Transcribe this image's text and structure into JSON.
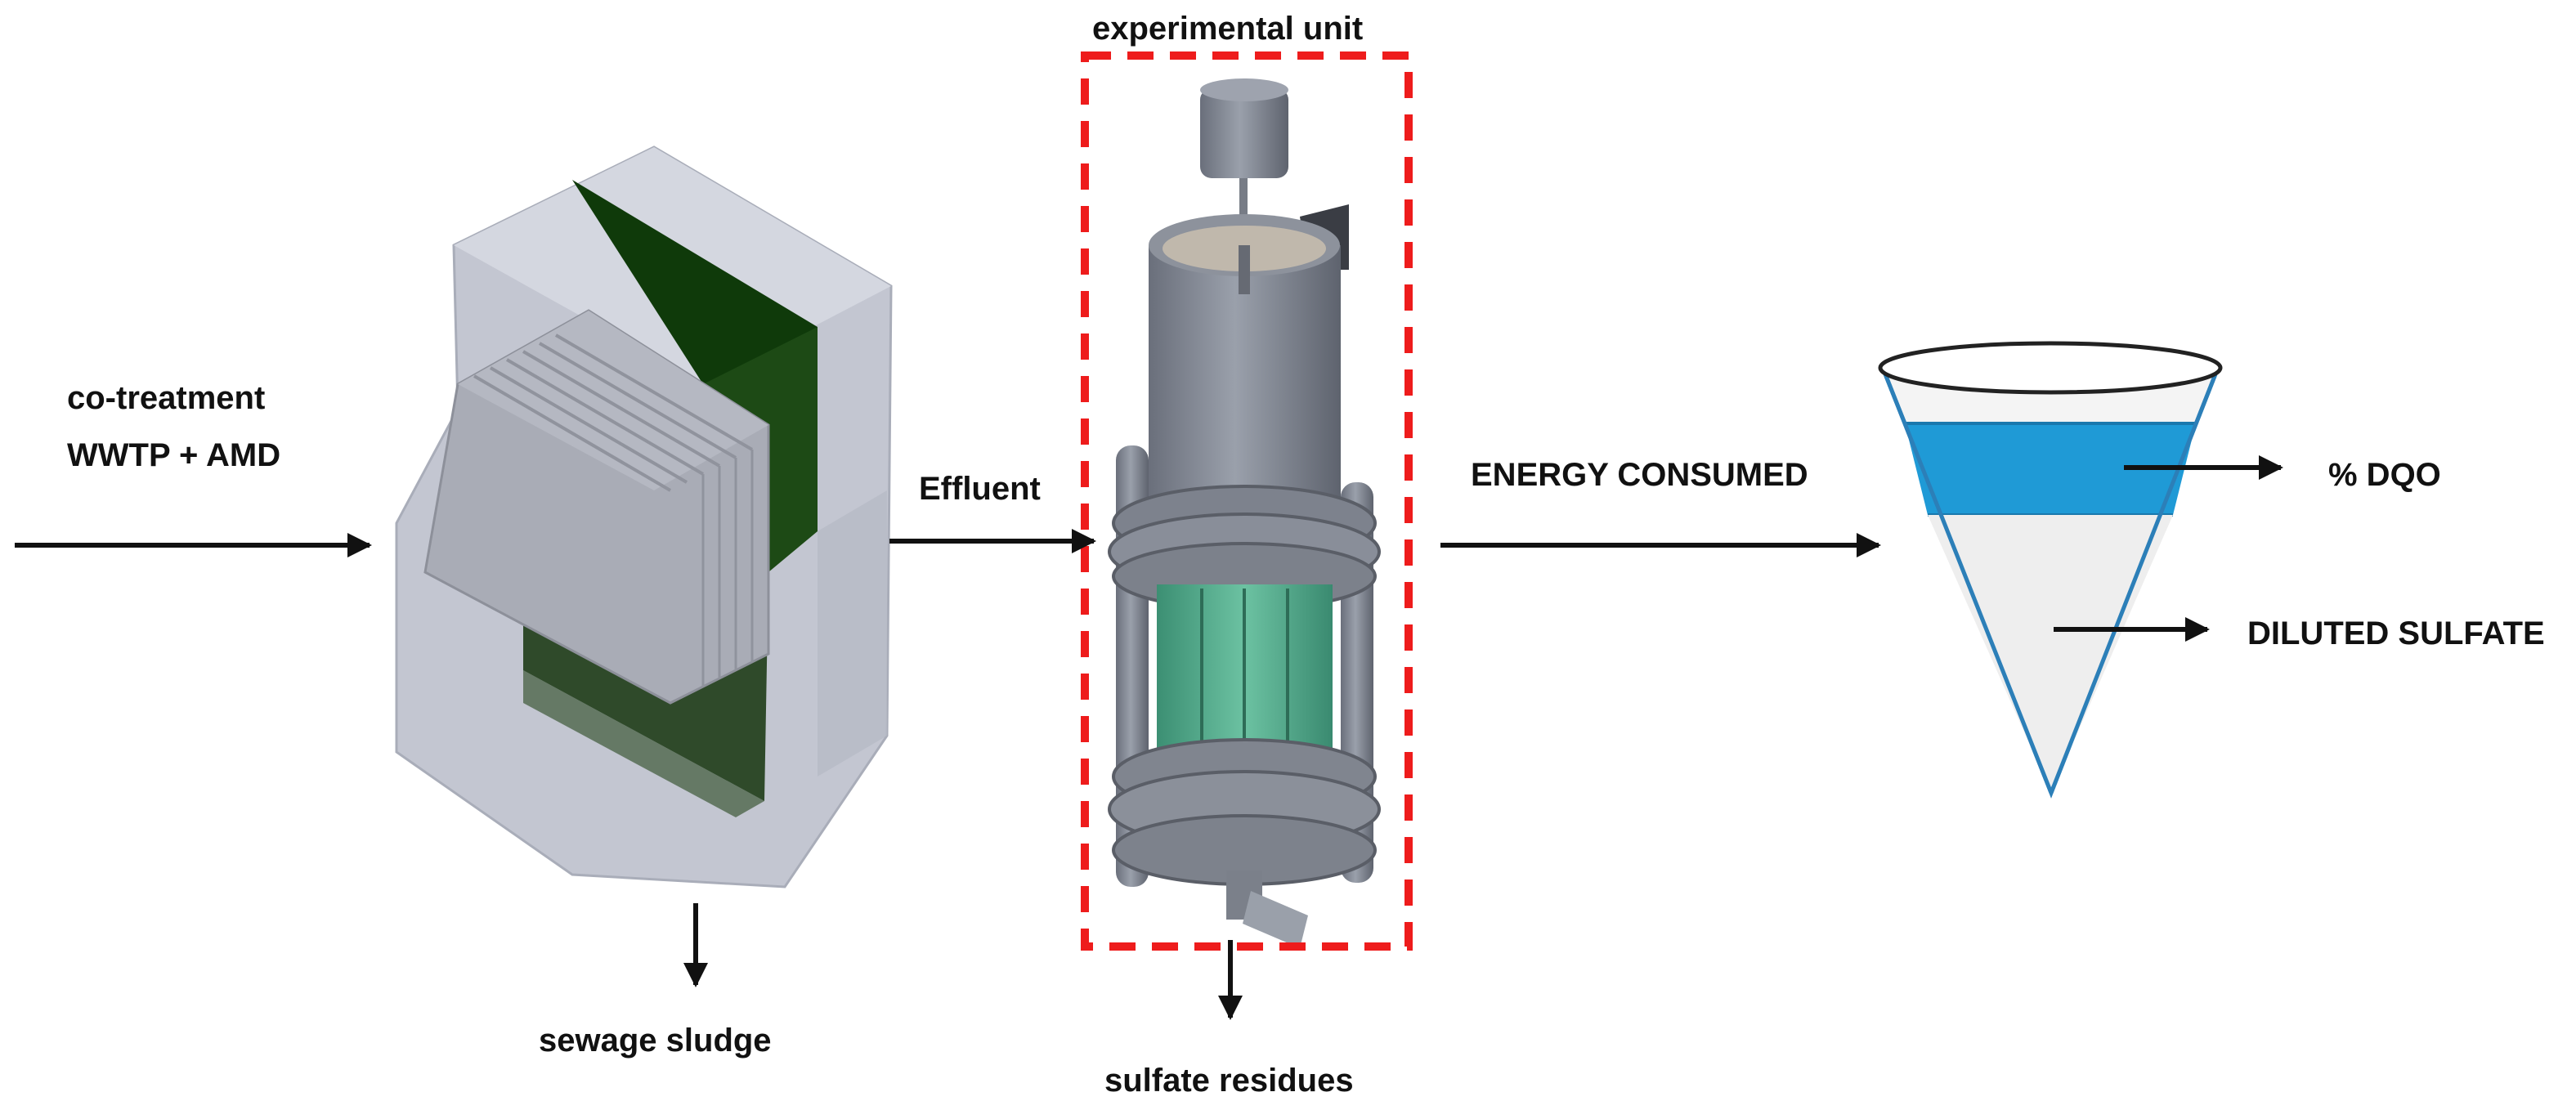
{
  "labels": {
    "input_line1": "co-treatment",
    "input_line2": "WWTP + AMD",
    "effluent": "Effluent",
    "experimental_unit": "experimental unit",
    "energy": "ENERGY CONSUMED",
    "dqo": "% DQO",
    "diluted_sulfate": "DILUTED SULFATE",
    "sewage_sludge": "sewage sludge",
    "sulfate_residues": "sulfate residues"
  },
  "colors": {
    "arrow": "#111111",
    "dashed_box": "#ee1c1c",
    "settler_body": "#c6c9d4",
    "settler_green": "#2f4a22",
    "reactor_body": "#858a96",
    "reactor_media": "#4fa88a",
    "cone_outline": "#2c7fb8",
    "cone_blue_band": "#1f9ad6",
    "cone_lower": "#eeeeee"
  }
}
